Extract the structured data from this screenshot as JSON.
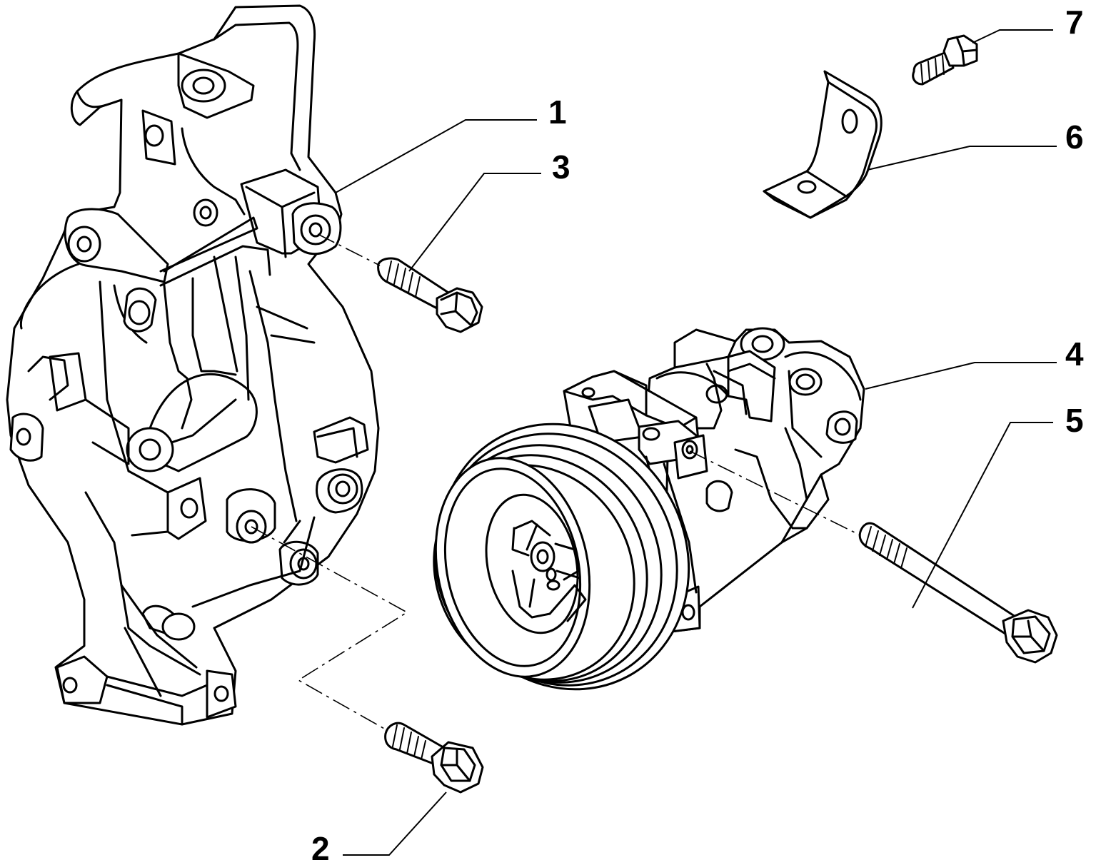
{
  "diagram": {
    "callouts": [
      {
        "id": "1",
        "label": "1",
        "part": "compressor-bracket"
      },
      {
        "id": "2",
        "label": "2",
        "part": "flange-bolt-lower"
      },
      {
        "id": "3",
        "label": "3",
        "part": "flange-bolt-upper"
      },
      {
        "id": "4",
        "label": "4",
        "part": "ac-compressor"
      },
      {
        "id": "5",
        "label": "5",
        "part": "long-through-bolt"
      },
      {
        "id": "6",
        "label": "6",
        "part": "angle-bracket"
      },
      {
        "id": "7",
        "label": "7",
        "part": "small-bolt"
      }
    ],
    "colors": {
      "line": "#000000",
      "background": "#ffffff"
    }
  }
}
